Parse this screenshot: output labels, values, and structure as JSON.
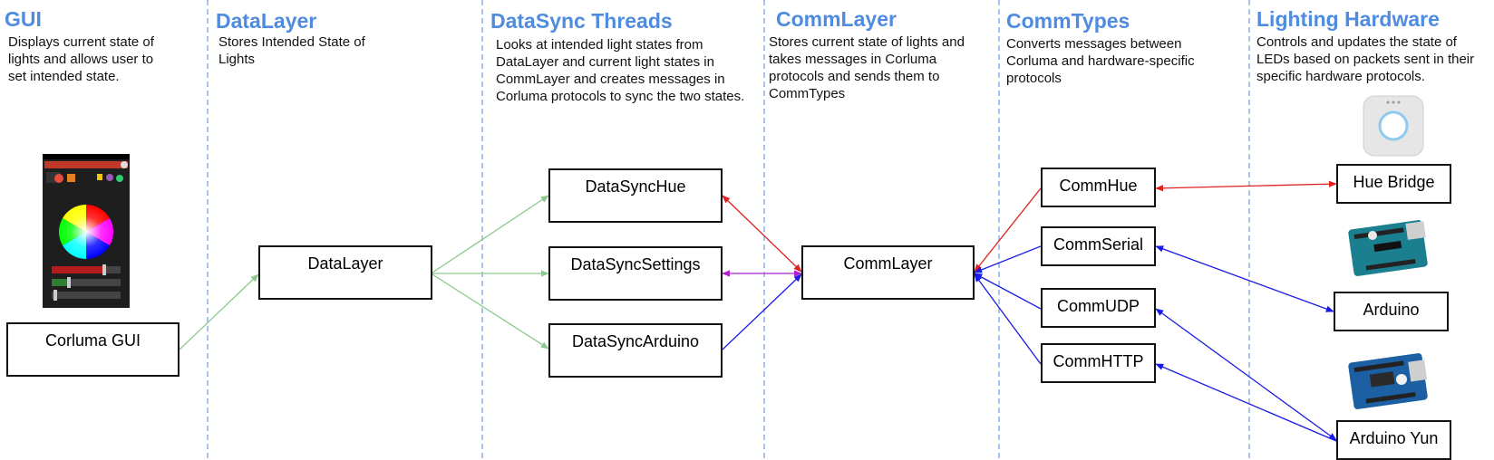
{
  "columns": [
    {
      "title": "GUI",
      "description": "Displays current state of lights and allows user to set intended state."
    },
    {
      "title": "DataLayer",
      "description": "Stores Intended State of Lights"
    },
    {
      "title": "DataSync Threads",
      "description": "Looks at intended light states from DataLayer and current light states in CommLayer and creates messages in Corluma protocols to sync the two states."
    },
    {
      "title": "CommLayer",
      "description": "Stores current state of lights and takes messages in Corluma protocols and sends them to CommTypes"
    },
    {
      "title": "CommTypes",
      "description": "Converts messages between Corluma and hardware-specific protocols"
    },
    {
      "title": "Lighting Hardware",
      "description": "Controls and updates the state of LEDs based on packets sent in their specific hardware protocols."
    }
  ],
  "nodes": {
    "corluma_gui": "Corluma GUI",
    "datalayer": "DataLayer",
    "datasync_hue": "DataSyncHue",
    "datasync_settings": "DataSyncSettings",
    "datasync_arduino": "DataSyncArduino",
    "commlayer": "CommLayer",
    "comm_hue": "CommHue",
    "comm_serial": "CommSerial",
    "comm_udp": "CommUDP",
    "comm_http": "CommHTTP",
    "hue_bridge": "Hue Bridge",
    "arduino": "Arduino",
    "arduino_yun": "Arduino Yun"
  },
  "colors": {
    "title": "#4f8bde",
    "divider": "#a9c4ec",
    "edge_green": "#8cc98c",
    "edge_red": "#e02020",
    "edge_blue": "#1a1ae6",
    "edge_purple": "#b020d0"
  }
}
